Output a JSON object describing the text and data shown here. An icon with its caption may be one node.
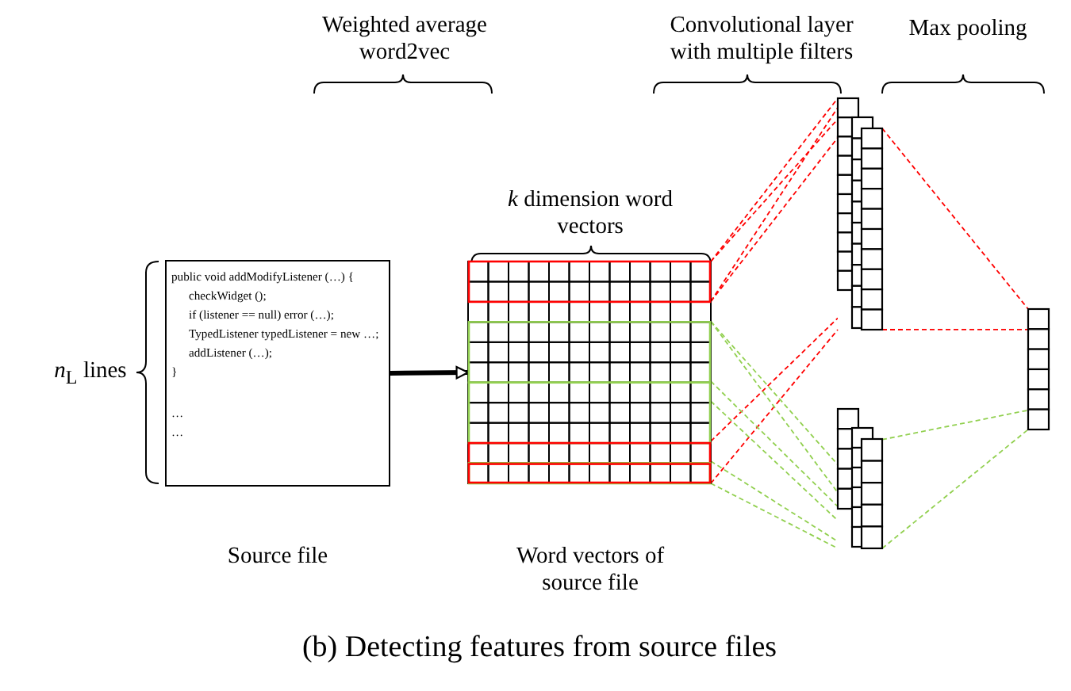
{
  "diagram": {
    "caption": "(b) Detecting features from source files",
    "nodes": [
      {
        "text": [
          "public void addModifyListener (…) {",
          "checkWidget ();",
          "if (listener == null) error (…);",
          "TypedListener typedListener = new …;",
          "addListener (…);",
          "}",
          "…",
          "…"
        ],
        "beside": [
          "Source file",
          "*n*$_{L}$ lines"
        ]
      },
      {
        "text": [],
        "shape": "grid",
        "beside": [
          "Word vectors of source file"
        ]
      },
      {
        "text": [],
        "shape": "stack"
      },
      {
        "text": [],
        "shape": "stack"
      },
      {
        "text": [],
        "shape": "bar"
      }
    ],
    "edges": [
      {
        "from": 0,
        "to": 1,
        "arrow": "to",
        "style": "thick",
        "color": "#000000"
      },
      {
        "from": 1,
        "to": 2,
        "arrow": "none",
        "style": "dashed",
        "color": "#ff0000"
      },
      {
        "from": 1,
        "to": 2,
        "arrow": "none",
        "style": "dashed",
        "color": "#ff0000"
      },
      {
        "from": 1,
        "to": 2,
        "arrow": "none",
        "style": "dashed",
        "color": "#ff0000"
      },
      {
        "from": 1,
        "to": 2,
        "arrow": "none",
        "style": "dashed",
        "color": "#ff0000"
      },
      {
        "from": 1,
        "to": 2,
        "arrow": "none",
        "style": "dashed",
        "color": "#ff0000"
      },
      {
        "from": 1,
        "to": 2,
        "arrow": "none",
        "style": "dashed",
        "color": "#ff0000"
      },
      {
        "from": 1,
        "to": 3,
        "arrow": "none",
        "style": "dashed",
        "color": "#92d050"
      },
      {
        "from": 1,
        "to": 3,
        "arrow": "none",
        "style": "dashed",
        "color": "#92d050"
      },
      {
        "from": 1,
        "to": 3,
        "arrow": "none",
        "style": "dashed",
        "color": "#92d050"
      },
      {
        "from": 1,
        "to": 3,
        "arrow": "none",
        "style": "dashed",
        "color": "#92d050"
      },
      {
        "from": 1,
        "to": 3,
        "arrow": "none",
        "style": "dashed",
        "color": "#92d050"
      },
      {
        "from": 1,
        "to": 3,
        "arrow": "none",
        "style": "dashed",
        "color": "#92d050"
      },
      {
        "from": 2,
        "to": 4,
        "arrow": "none",
        "style": "dashed",
        "color": "#ff0000"
      },
      {
        "from": 2,
        "to": 4,
        "arrow": "none",
        "style": "dashed",
        "color": "#ff0000"
      },
      {
        "from": 3,
        "to": 4,
        "arrow": "none",
        "style": "dashed",
        "color": "#92d050"
      },
      {
        "from": 3,
        "to": 4,
        "arrow": "none",
        "style": "dashed",
        "color": "#92d050"
      }
    ],
    "labels": [
      "Weighted average word2vec",
      "Convolutional layer with multiple filters",
      "Max pooling",
      "*k* dimension word vectors"
    ]
  }
}
